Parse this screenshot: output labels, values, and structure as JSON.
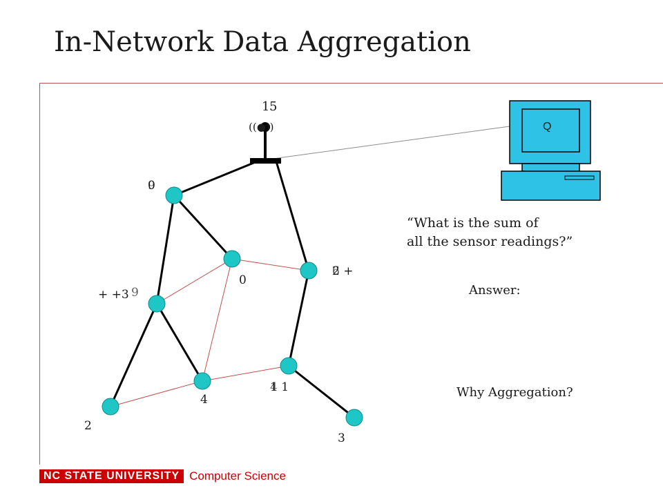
{
  "slide": {
    "title": "In-Network Data Aggregation",
    "question_line1": "“What is the sum of",
    "question_line2": "all the sensor readings?”",
    "answer_label": "Answer:",
    "why_label": "Why Aggregation?"
  },
  "computer": {
    "label": "Q"
  },
  "base_station": {
    "antenna_text": "((●))",
    "sum_top": "1",
    "sum_overlay": "5"
  },
  "node_labels": {
    "n_top_left": "0",
    "n_top_left_overlay": "9",
    "n_center": "0",
    "n_right": "2 +",
    "n_right_overlay": "6",
    "n_left_mid": "+ +3",
    "n_left_mid_overlay": "9",
    "n_bottom_right": "1 1",
    "n_bottom_right_overlay": "4",
    "n_bottom_center": "4",
    "n_bottom_left": "2",
    "n_far_right": "3"
  },
  "footer": {
    "university": "NC STATE UNIVERSITY",
    "department": "Computer Science"
  },
  "colors": {
    "node": "#1fc6c6",
    "tree_edge": "#000000",
    "mesh_edge": "#c0504d",
    "link": "#8c8c8c",
    "brand": "#cc0000"
  }
}
